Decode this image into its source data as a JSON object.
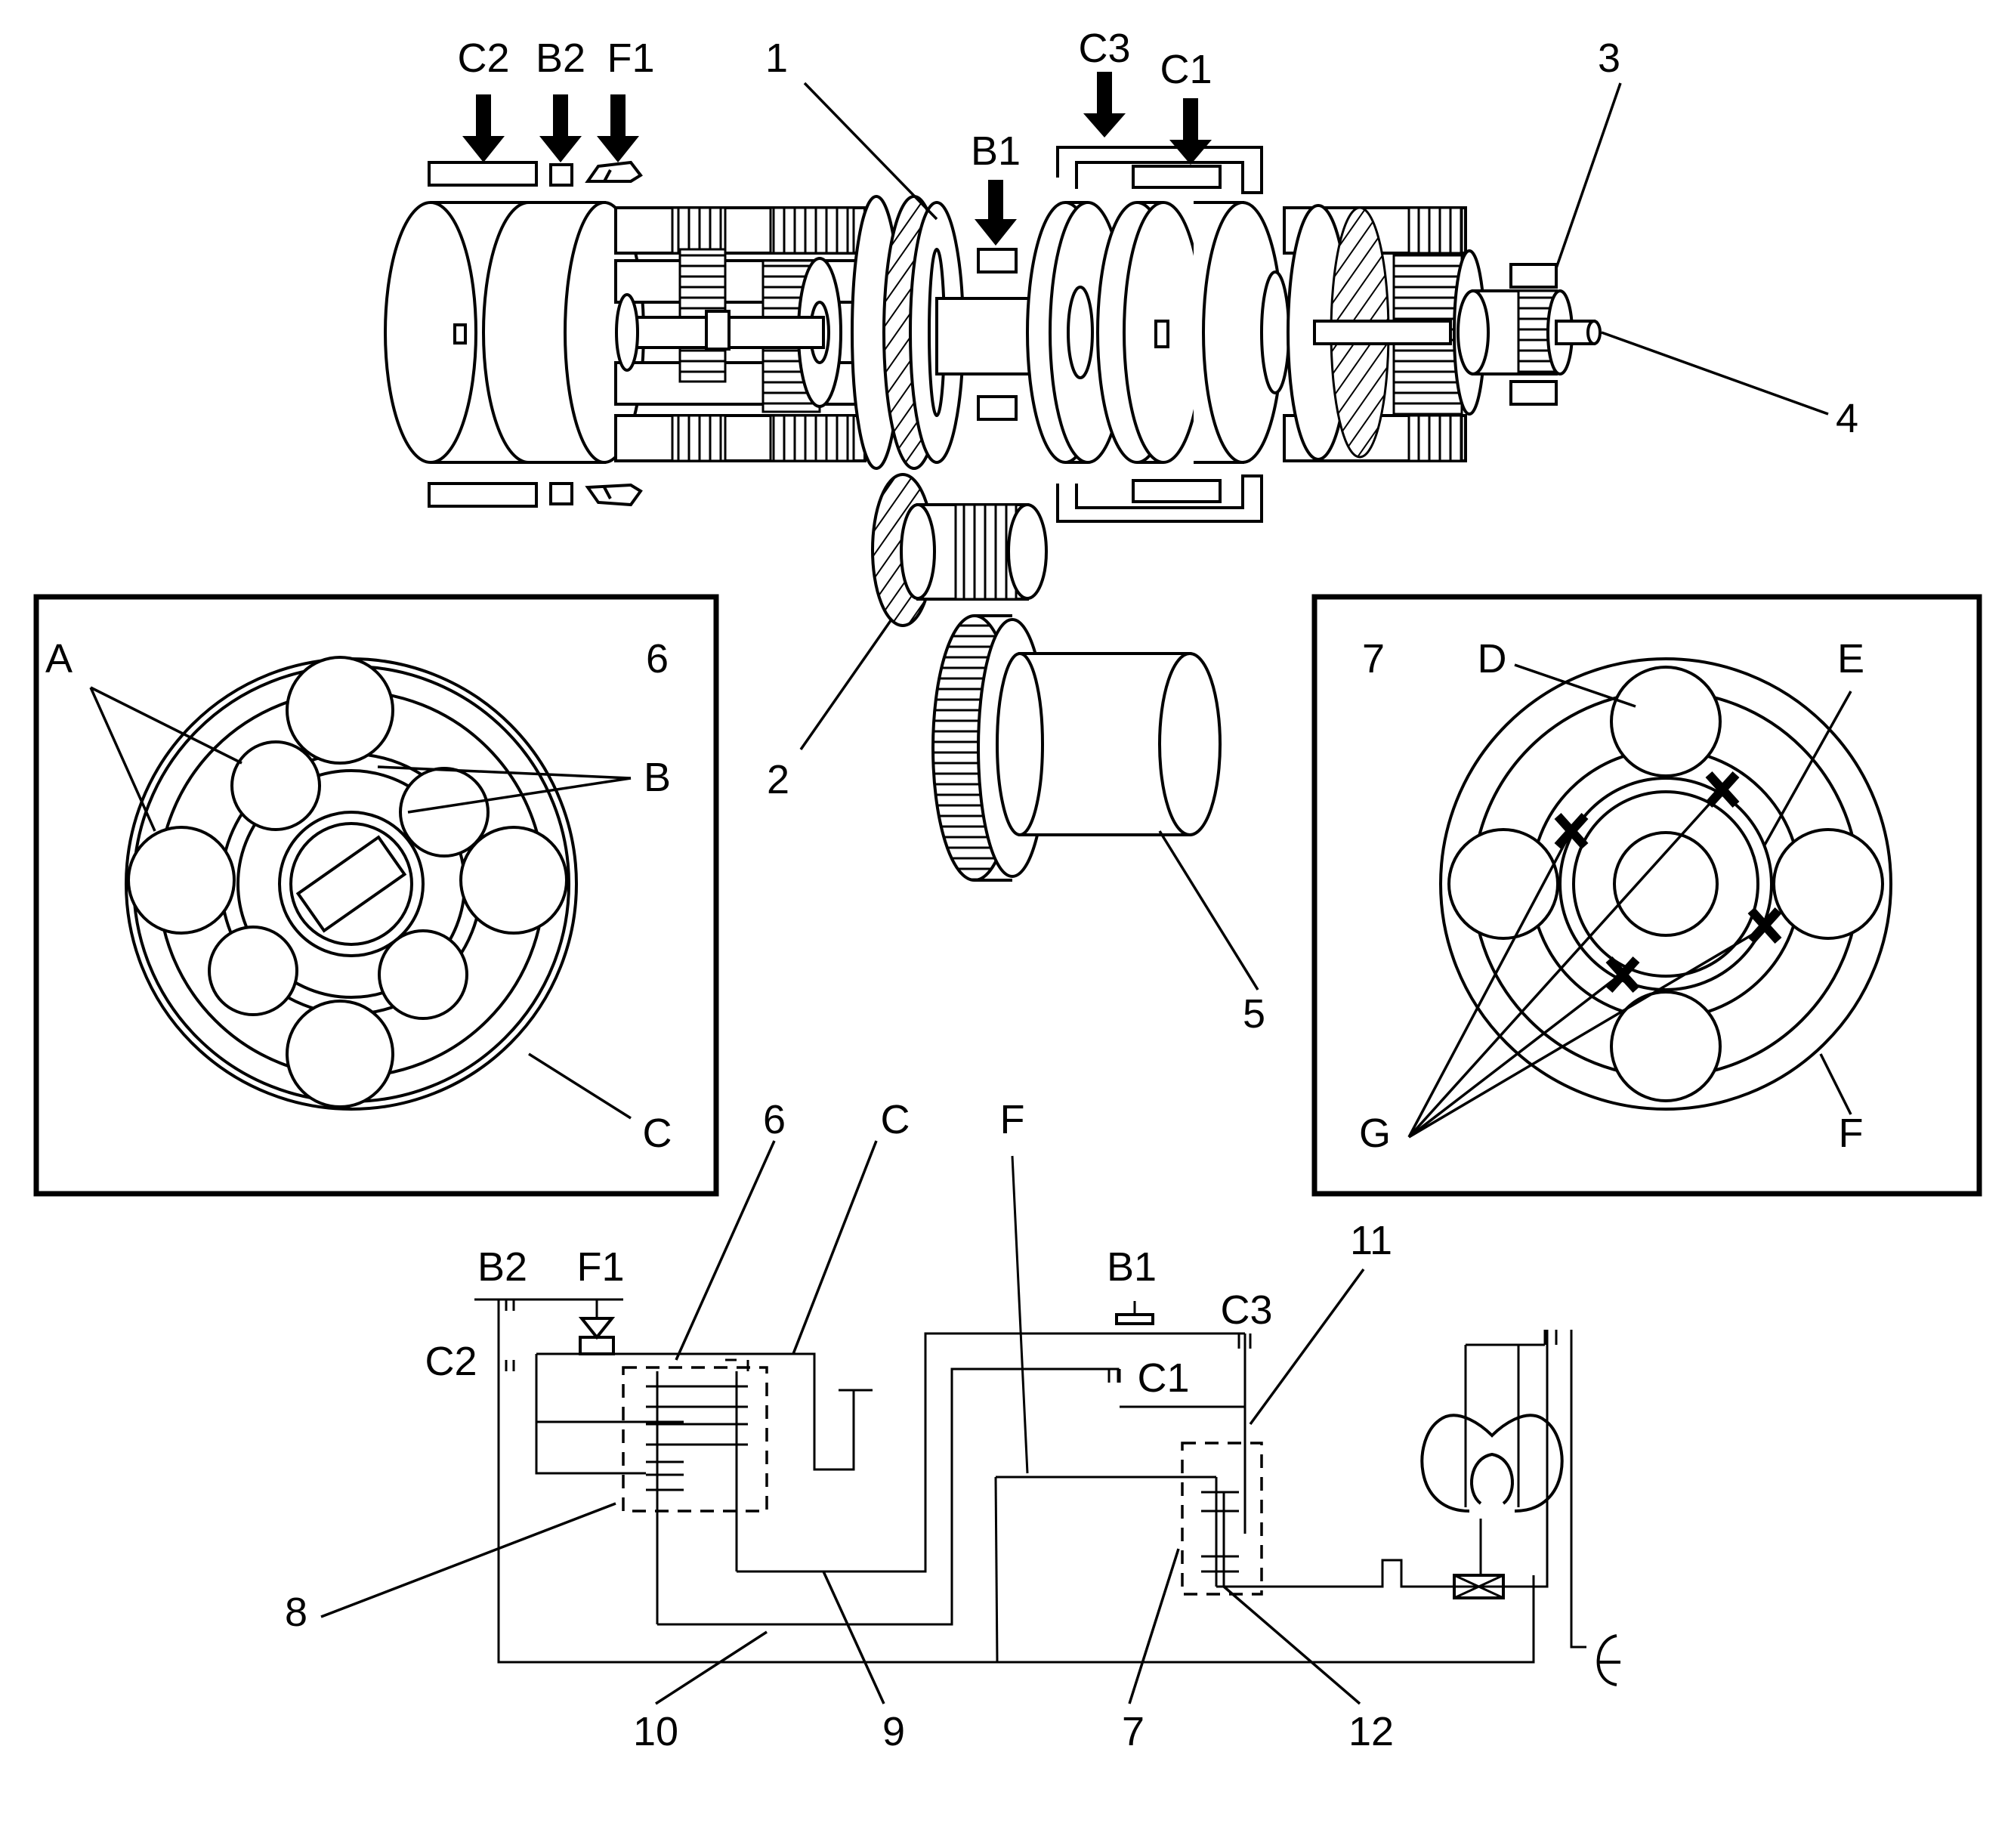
{
  "assembly_labels": {
    "c2": "C2",
    "b2": "B2",
    "f1": "F1",
    "n1": "1",
    "b1": "B1",
    "c3": "C3",
    "c1": "C1",
    "n3": "3",
    "n4": "4",
    "n2": "2",
    "n5": "5"
  },
  "inset_6": {
    "number": "6",
    "a": "A",
    "b": "B",
    "c": "C"
  },
  "inset_7": {
    "number": "7",
    "d": "D",
    "e": "E",
    "f": "F",
    "g": "G"
  },
  "schematic_labels": {
    "n6": "6",
    "c": "C",
    "f": "F",
    "n11": "11",
    "b2": "B2",
    "f1": "F1",
    "b1": "B1",
    "c3": "C3",
    "c2": "C2",
    "c1": "C1",
    "n8": "8",
    "n10": "10",
    "n9": "9",
    "n7": "7",
    "n12": "12"
  },
  "icons": [
    "apply-arrow-icon",
    "one-way-clutch-icon",
    "torque-converter-icon",
    "gear-mesh-icon",
    "output-shaft-icon"
  ]
}
